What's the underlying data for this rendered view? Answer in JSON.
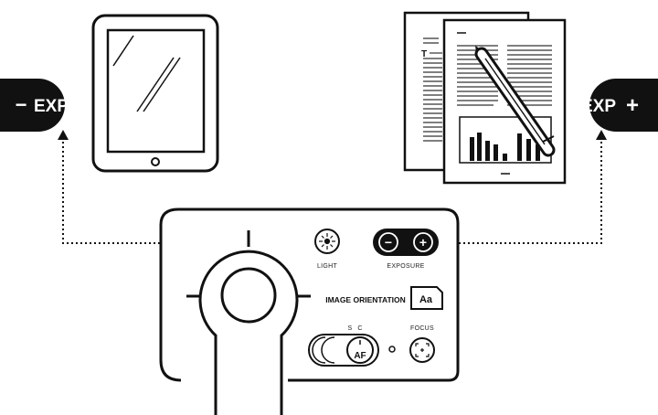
{
  "exp_minus": {
    "sign": "−",
    "label": "EXP"
  },
  "exp_plus": {
    "label": "EXP",
    "sign": "+"
  },
  "panel": {
    "light_label": "LIGHT",
    "exposure_label": "EXPOSURE",
    "exposure_minus": "−",
    "exposure_plus": "+",
    "image_orientation_label": "IMAGE ORIENTATION",
    "orientation_icon_text": "Aa",
    "switch_s": "S",
    "switch_c": "C",
    "af_label": "AF",
    "focus_label": "FOCUS"
  },
  "document": {
    "letter": "T"
  },
  "colors": {
    "ink": "#111111",
    "white": "#ffffff"
  },
  "icons": [
    "tablet-icon",
    "document-icon",
    "pen-icon",
    "light-icon",
    "focus-icon",
    "orientation-icon"
  ]
}
